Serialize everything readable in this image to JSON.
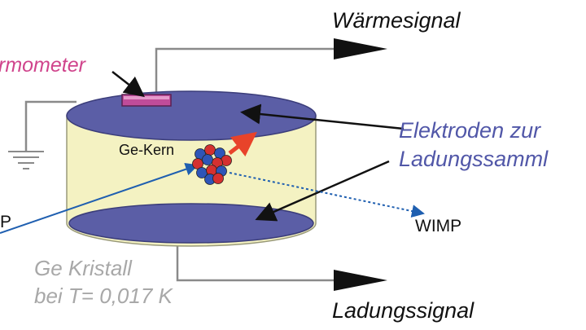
{
  "labels": {
    "heat_signal": "Wärmesignal",
    "charge_signal": "Ladungssignal",
    "thermometer": "rmometer",
    "electrodes_line1": "Elektroden zur",
    "electrodes_line2": "Ladungssamml",
    "nucleus": "Ge-Kern",
    "wimp_out": "WIMP",
    "wimp_in": "P",
    "crystal_line1": "Ge Kristall",
    "crystal_line2": "bei T= 0,017 K"
  },
  "colors": {
    "background": "#ffffff",
    "crystal_body": "#f4f2c2",
    "electrode": "#5b5ea6",
    "electrode_edge": "#3b3d7a",
    "thermometer": "#c04c9a",
    "thermometer_text": "#d0448c",
    "wire": "#8a8a8a",
    "electrode_text": "#5157a8",
    "crystal_text": "#a8a8a8",
    "wimp_path": "#1f5fb0",
    "recoil_arrow": "#e8432a",
    "signal_text": "#111111",
    "proton": "#d43030",
    "neutron": "#2e55b8"
  },
  "icons": [
    "ground-symbol-icon",
    "signal-arrow-icon",
    "atomic-nucleus-icon"
  ]
}
